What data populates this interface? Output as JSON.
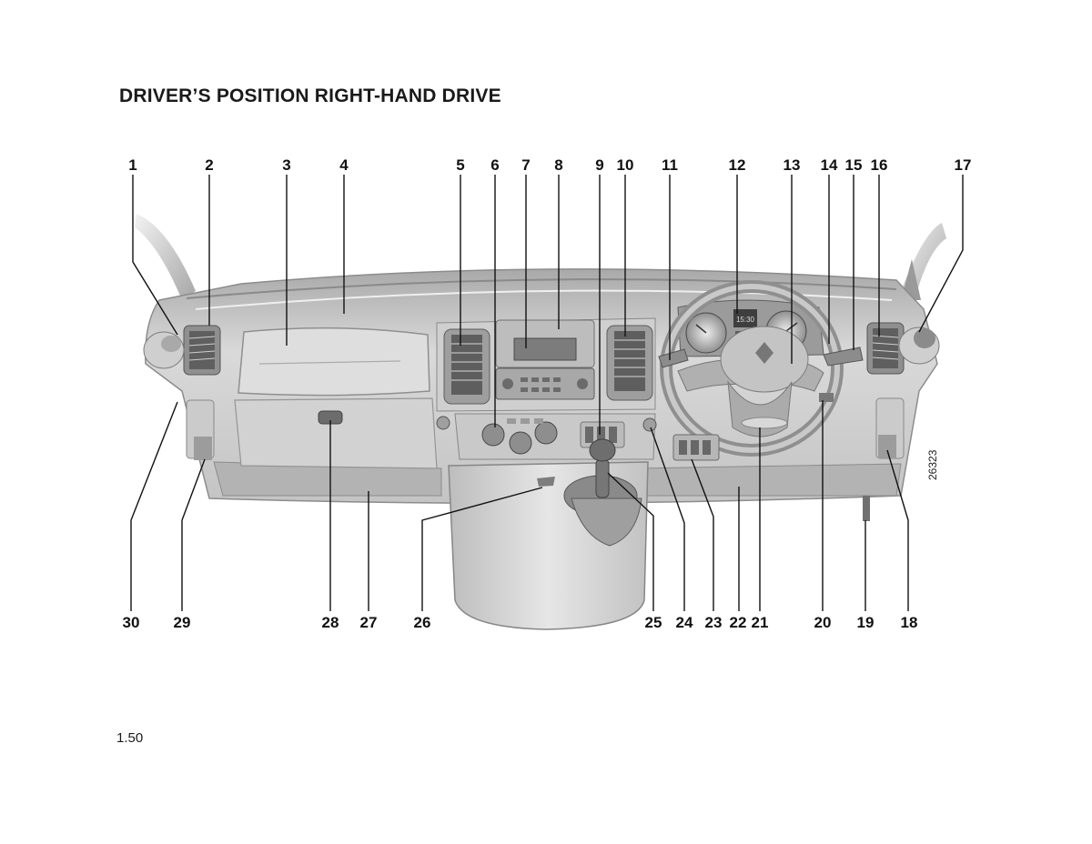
{
  "title": "DRIVER’S POSITION RIGHT-HAND DRIVE",
  "page_number": "1.50",
  "figure_ref": "26323",
  "callouts_top": [
    "1",
    "2",
    "3",
    "4",
    "5",
    "6",
    "7",
    "8",
    "9",
    "10",
    "11",
    "12",
    "13",
    "14",
    "15",
    "16",
    "17"
  ],
  "callouts_bottom": [
    "30",
    "29",
    "28",
    "27",
    "26",
    "25",
    "24",
    "23",
    "22",
    "21",
    "20",
    "19",
    "18"
  ],
  "display_text": "15:30",
  "colors": {
    "dash_light": "#d6d6d6",
    "dash_mid": "#b8b8b8",
    "dash_dark": "#8e8e8e",
    "ink": "#111111"
  }
}
